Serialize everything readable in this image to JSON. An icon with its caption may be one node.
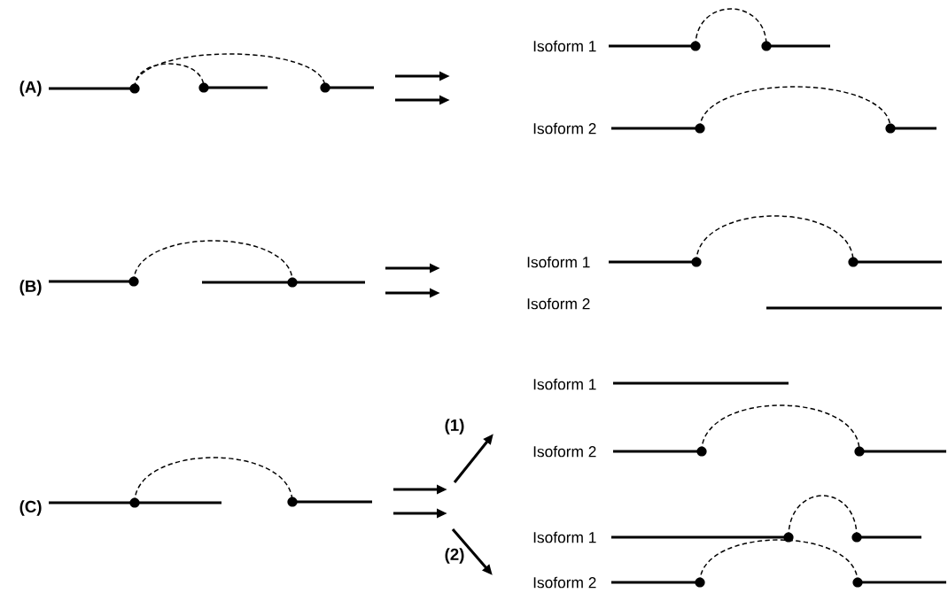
{
  "diagram": {
    "labels": [
      "(A)",
      "Isoform 1",
      "Isoform 2",
      "(B)",
      "Isoform 1",
      "Isoform 2",
      "Isoform 1",
      "(1)",
      "Isoform 2",
      "(C)",
      "Isoform 1",
      "(2)",
      "Isoform 2"
    ]
  }
}
